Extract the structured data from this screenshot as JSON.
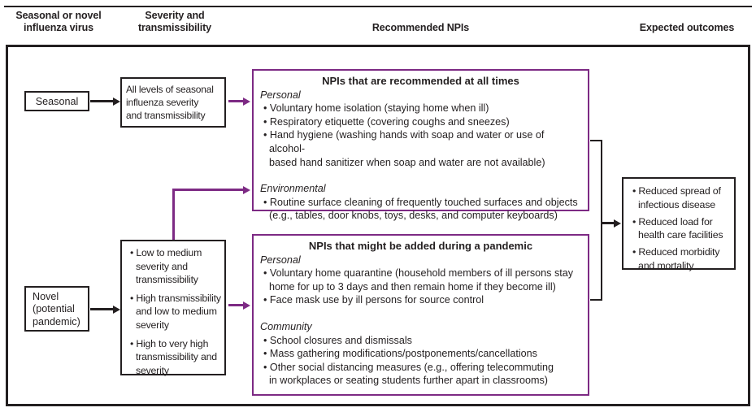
{
  "header": {
    "columns": [
      {
        "label": "Seasonal or novel\ninfluenza virus"
      },
      {
        "label": "Severity and\ntransmissibility"
      },
      {
        "label": "Recommended NPIs"
      },
      {
        "label": "Expected outcomes"
      }
    ]
  },
  "flow": {
    "seasonal_box": "Seasonal",
    "all_levels_box": "All levels of seasonal\ninfluenza severity\nand transmissibility",
    "novel_box": "Novel\n(potential\npandemic)",
    "severity_box": {
      "items": [
        "Low to medium\nseverity and\ntransmissibility",
        "High transmissibility\nand low to medium\nseverity",
        "High to very high\ntransmissibility and\nseverity"
      ]
    },
    "npi_all_times": {
      "title": "NPIs that are recommended at all times",
      "groups": [
        {
          "heading": "Personal",
          "items": [
            "Voluntary home isolation (staying home when ill)",
            "Respiratory etiquette (covering coughs and sneezes)",
            "Hand hygiene (washing hands with soap and water or use of alcohol-\nbased hand sanitizer when soap and water are not available)"
          ]
        },
        {
          "heading": "Environmental",
          "items": [
            "Routine surface cleaning of frequently touched surfaces and objects\n(e.g., tables, door knobs, toys, desks, and computer keyboards)"
          ]
        }
      ]
    },
    "npi_pandemic": {
      "title": "NPIs that might be added during a pandemic",
      "groups": [
        {
          "heading": "Personal",
          "items": [
            "Voluntary home quarantine (household members of ill persons stay\nhome for up to 3 days and then remain home if they become ill)",
            "Face mask use by ill persons for source control"
          ]
        },
        {
          "heading": "Community",
          "items": [
            "School closures and dismissals",
            "Mass gathering modifications/postponements/cancellations",
            "Other social distancing measures (e.g., offering telecommuting\nin workplaces or seating students further apart in classrooms)"
          ]
        }
      ]
    },
    "outcomes_box": {
      "items": [
        "Reduced spread of\ninfectious disease",
        "Reduced load for\nhealth care facilities",
        "Reduced morbidity\nand mortality"
      ]
    }
  },
  "colors": {
    "ink": "#231f20",
    "purple": "#7d2a84"
  }
}
